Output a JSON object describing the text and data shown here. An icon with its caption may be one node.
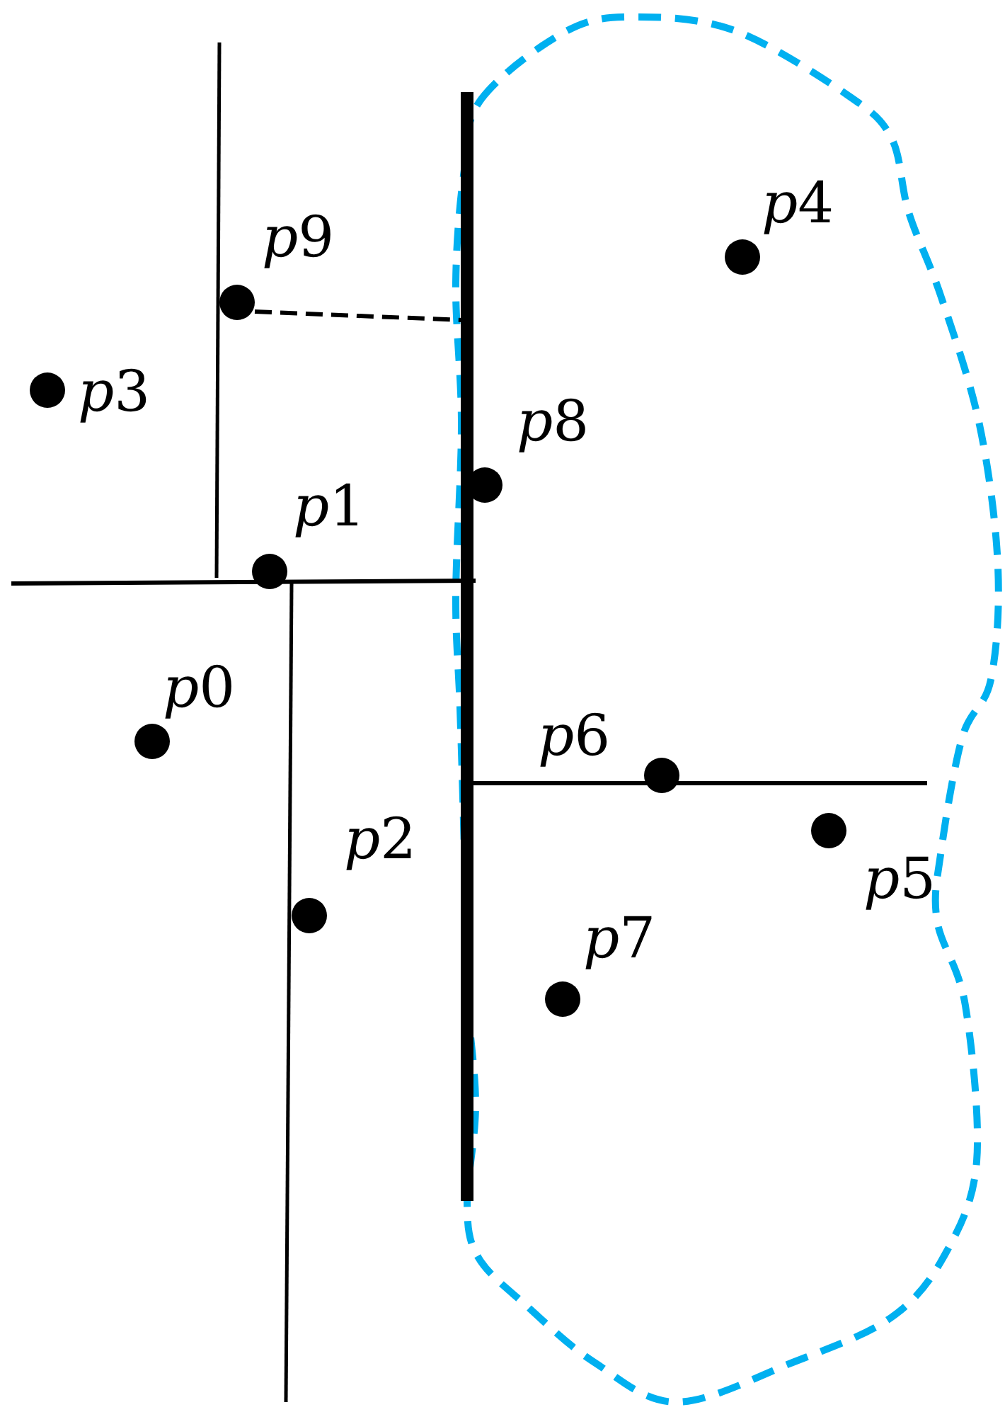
{
  "diagram": {
    "nodes": [
      {
        "text": [],
        "shape": "circle",
        "beside": [
          "p0"
        ]
      },
      {
        "text": [],
        "shape": "circle",
        "beside": [
          "p1"
        ]
      },
      {
        "text": [],
        "shape": "circle",
        "beside": [
          "p2"
        ]
      },
      {
        "text": [],
        "shape": "circle",
        "beside": [
          "p3"
        ]
      },
      {
        "text": [],
        "shape": "circle",
        "beside": [
          "p4"
        ]
      },
      {
        "text": [],
        "shape": "circle",
        "beside": [
          "p5"
        ]
      },
      {
        "text": [],
        "shape": "circle",
        "beside": [
          "p6"
        ]
      },
      {
        "text": [],
        "shape": "circle",
        "beside": [
          "p7"
        ]
      },
      {
        "text": [],
        "shape": "circle",
        "beside": [
          "p8"
        ]
      },
      {
        "text": [],
        "shape": "circle",
        "beside": [
          "p9"
        ]
      }
    ]
  }
}
